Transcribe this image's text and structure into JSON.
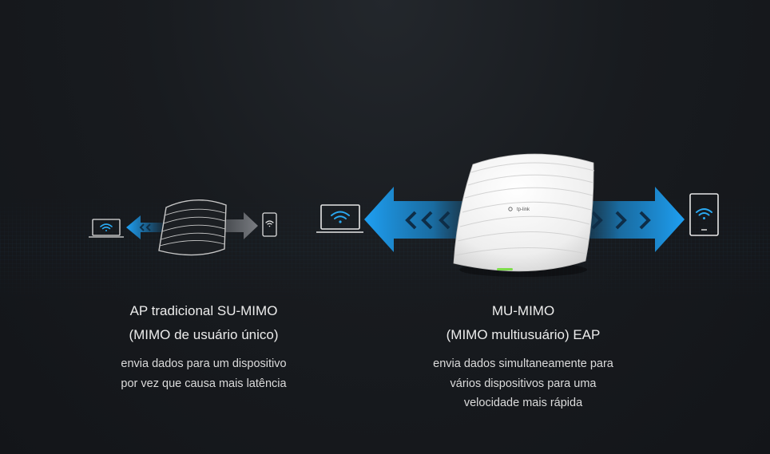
{
  "brand_label": "tp-link",
  "su_mimo": {
    "title_line1": "AP tradicional SU-MIMO",
    "title_line2": "(MIMO de usuário único)",
    "desc_line1": "envia dados para um dispositivo",
    "desc_line2": "por vez que causa mais latência"
  },
  "mu_mimo": {
    "title_line1": "MU-MIMO",
    "title_line2": "(MIMO multiusuário) EAP",
    "desc_line1": "envia dados simultaneamente para",
    "desc_line2": "vários dispositivos para uma",
    "desc_line3": "velocidade mais rápida"
  },
  "colors": {
    "background": "#16181c",
    "arrow_blue": "#1e9ff2",
    "arrow_light": "#6cc8ff",
    "gray_arrow": "#6a6d72",
    "icon_white": "#e8e8e8",
    "ap_white": "#f2f2f2",
    "led_green": "#7ddc4a"
  },
  "icons": [
    "laptop-icon",
    "phone-icon",
    "wifi-icon",
    "tablet-icon",
    "access-point-icon",
    "arrow-icon"
  ]
}
